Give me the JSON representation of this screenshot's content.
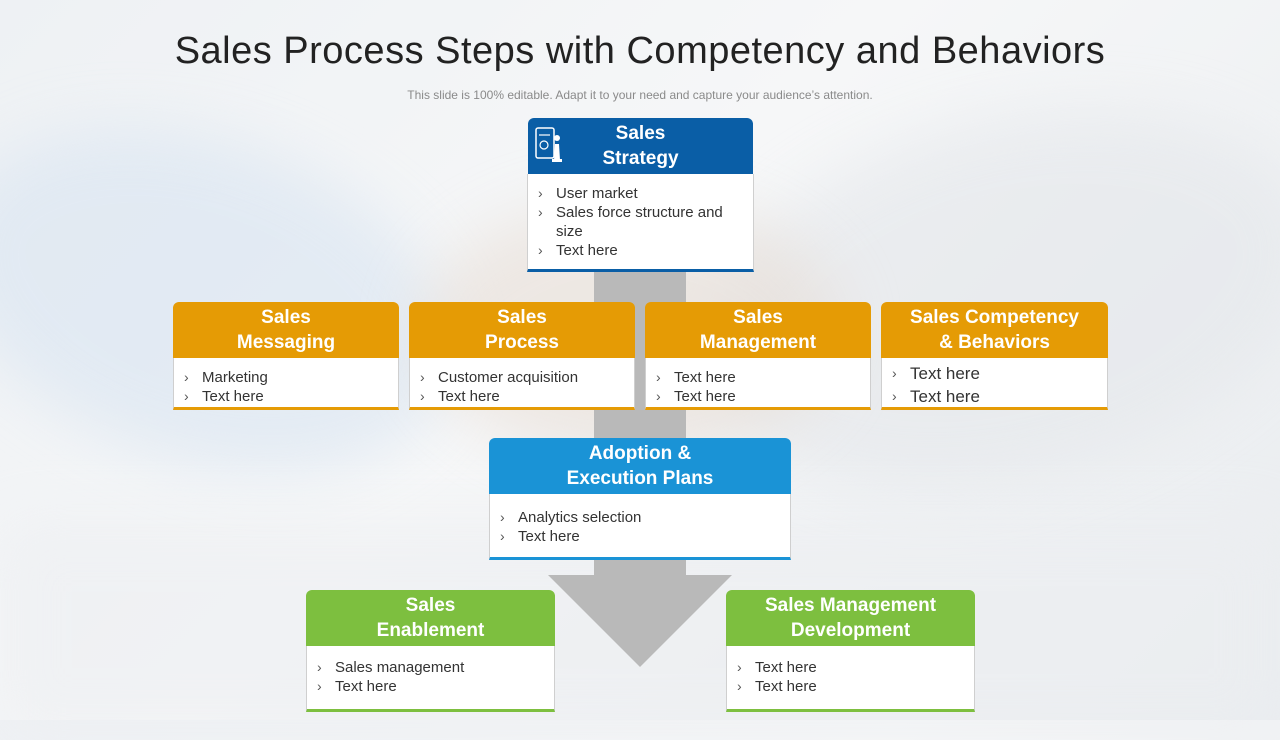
{
  "title": "Sales Process Steps with Competency and Behaviors",
  "subtitle": "This slide is 100% editable. Adapt it to your need and capture your audience’s attention.",
  "cards": {
    "strategy": {
      "title_line1": "Sales",
      "title_line2": "Strategy",
      "icon": "strategy-chess-icon",
      "items": [
        "User market",
        "Sales force structure  and size",
        "Text here"
      ]
    },
    "messaging": {
      "title_line1": "Sales",
      "title_line2": "Messaging",
      "items": [
        "Marketing",
        "Text here"
      ]
    },
    "process": {
      "title_line1": "Sales",
      "title_line2": "Process",
      "items": [
        "Customer acquisition",
        "Text here"
      ]
    },
    "management": {
      "title_line1": "Sales",
      "title_line2": "Management",
      "items": [
        "Text here",
        "Text here"
      ]
    },
    "competency": {
      "title_line1": "Sales Competency",
      "title_line2": "& Behaviors",
      "items": [
        "Text here",
        "Text here"
      ]
    },
    "adoption": {
      "title_line1": "Adoption &",
      "title_line2": "Execution Plans",
      "items": [
        "Analytics selection",
        "Text here"
      ]
    },
    "enablement": {
      "title_line1": "Sales",
      "title_line2": "Enablement",
      "items": [
        "Sales management",
        "Text here"
      ]
    },
    "development": {
      "title_line1": "Sales Management",
      "title_line2": "Development",
      "items": [
        "Text here",
        "Text here"
      ]
    }
  },
  "colors": {
    "blue": "#0a5ea6",
    "orange": "#e59b05",
    "sky": "#1a93d6",
    "green": "#7dbf3f",
    "arrow": "#b9b9b9"
  }
}
